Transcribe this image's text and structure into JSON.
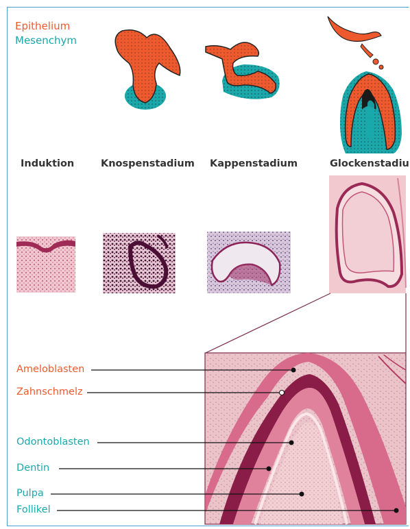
{
  "legend": {
    "epithelium": "Epithelium",
    "mesenchym": "Mesenchym"
  },
  "stages": {
    "induktion": "Induktion",
    "knospen": "Knospenstadium",
    "kappen": "Kappenstadium",
    "glocken": "Glockenstadium"
  },
  "labels": {
    "ameloblasten": "Ameloblasten",
    "zahnschmelz": "Zahnschmelz",
    "odontoblasten": "Odontoblasten",
    "dentin": "Dentin",
    "pulpa": "Pulpa",
    "follikel": "Follikel"
  },
  "colors": {
    "epithelium": "#ee5a2e",
    "mesenchym": "#1ba8ab",
    "frame": "#4a9fd0",
    "tissue_pink": "#e7a9b5",
    "tissue_dark": "#8a1d47"
  }
}
